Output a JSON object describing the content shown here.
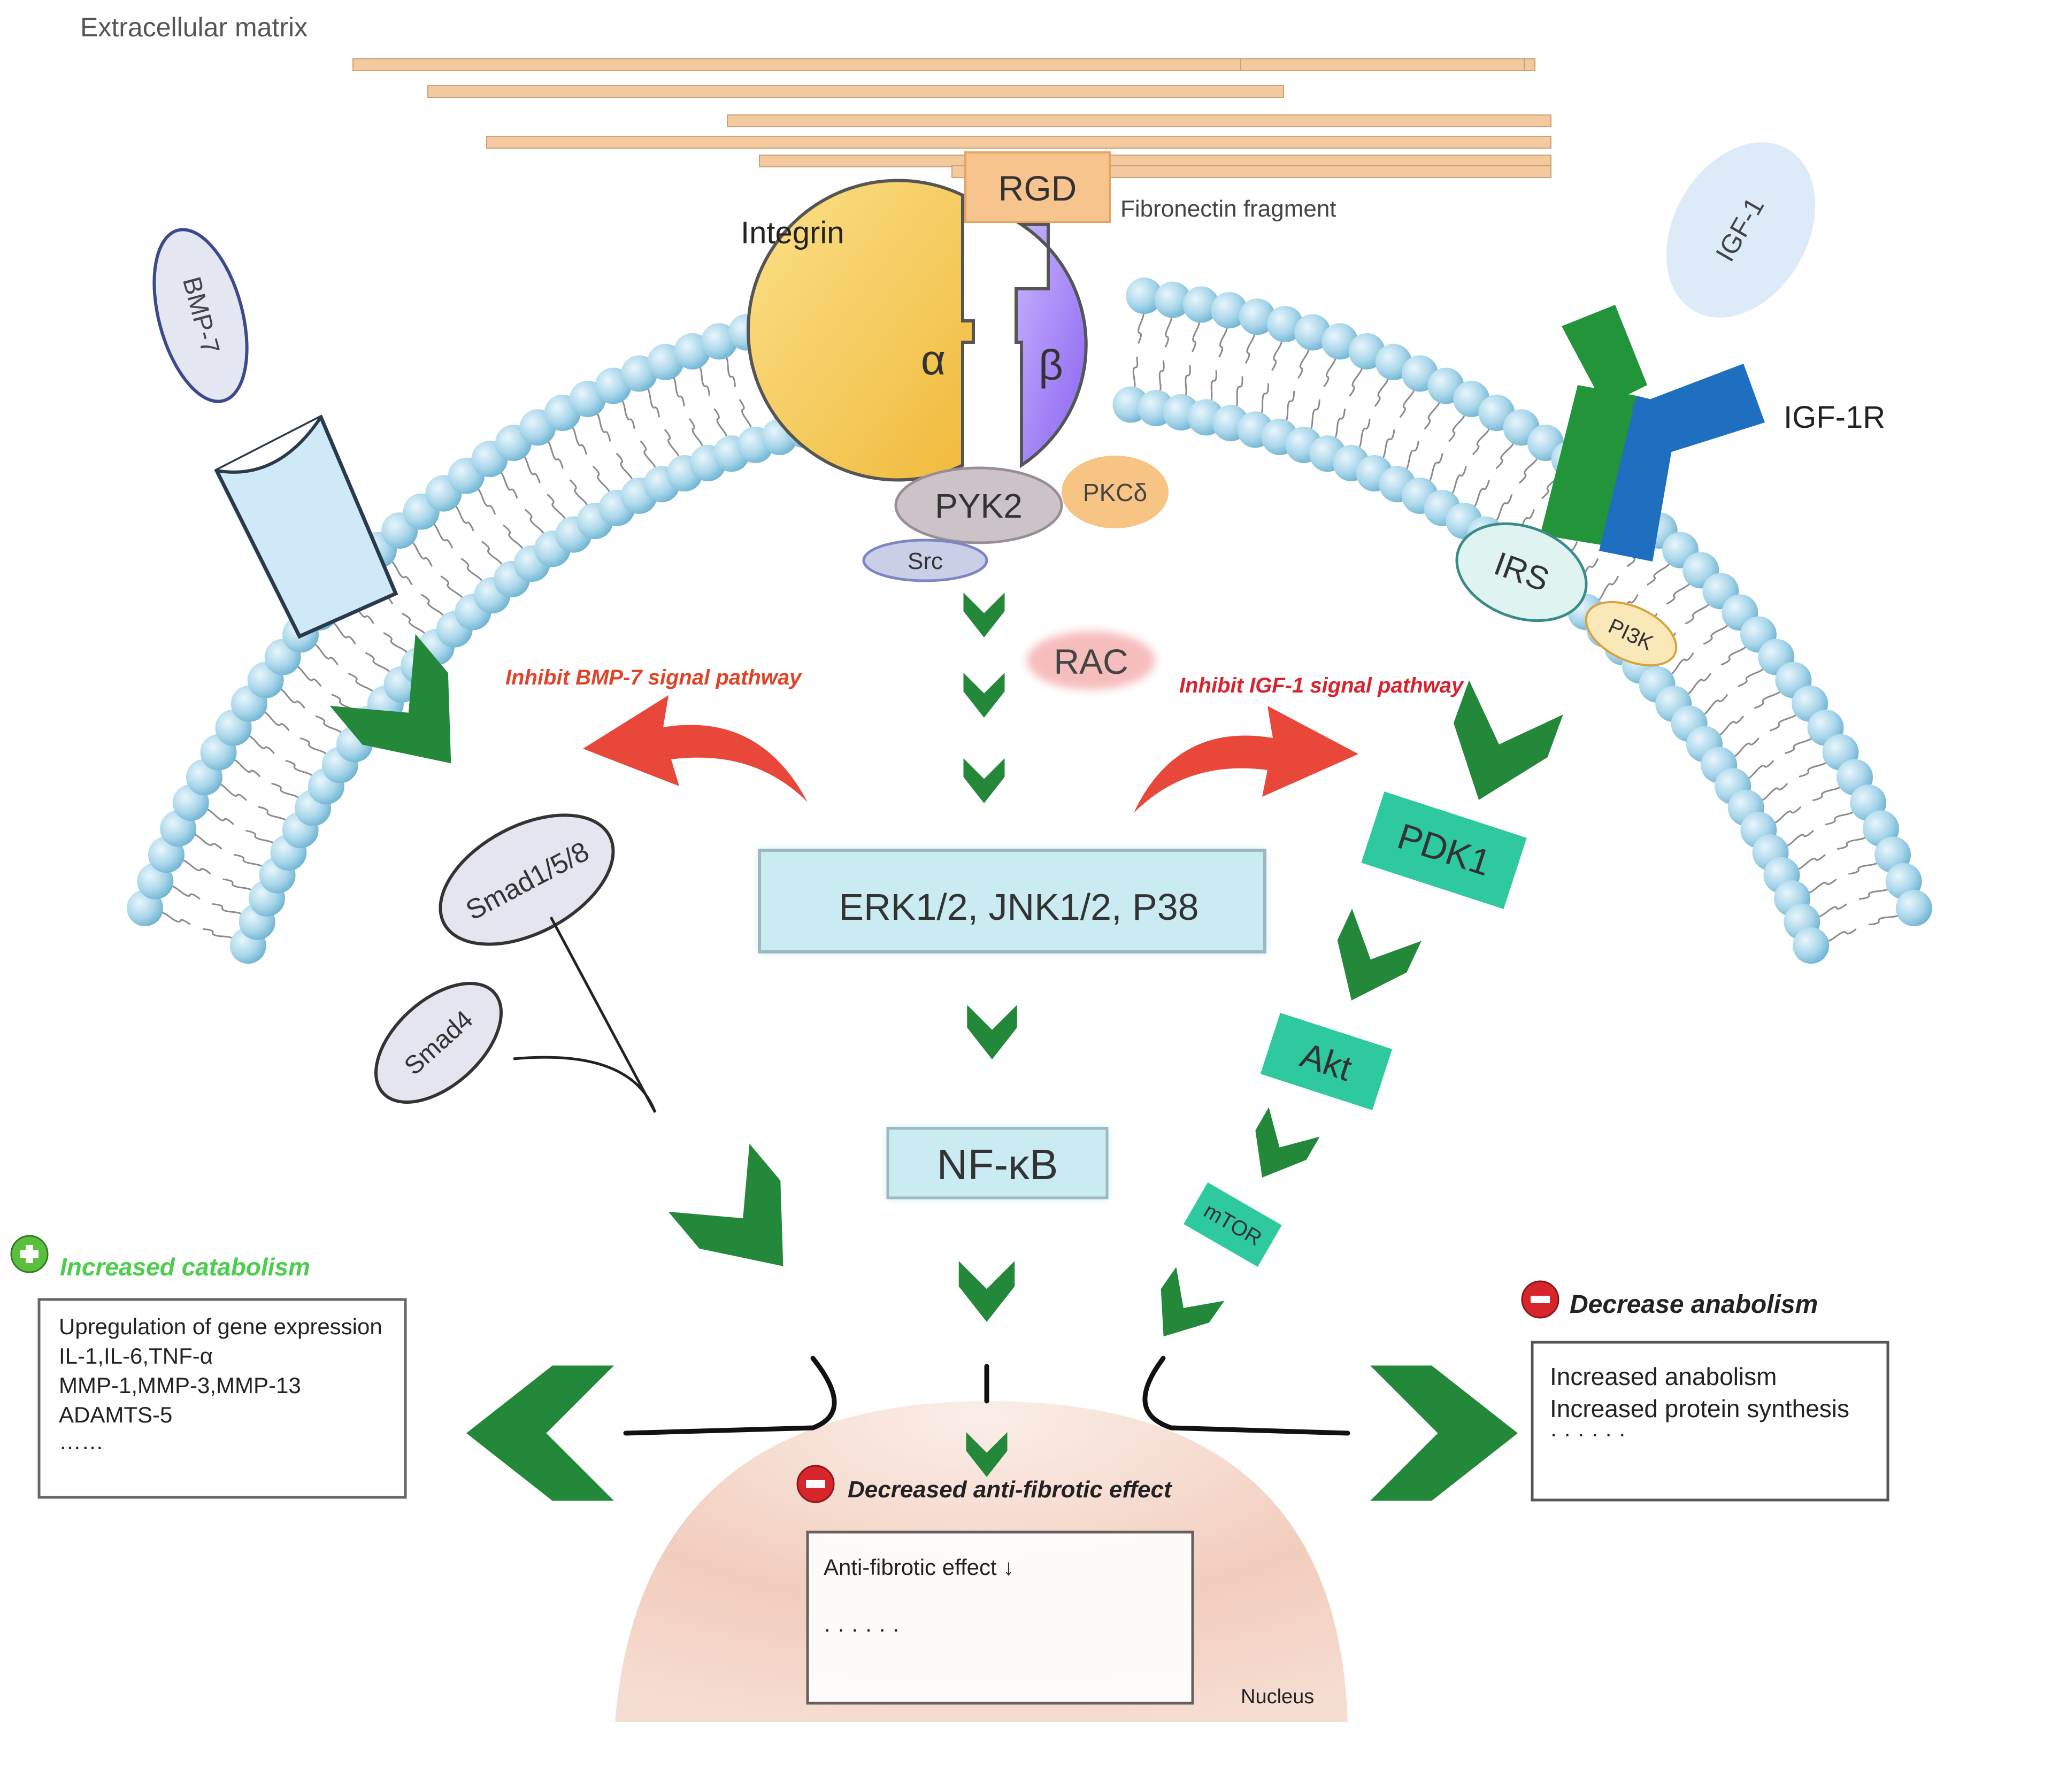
{
  "labels": {
    "ecm": "Extracellular matrix",
    "rgd": "RGD",
    "fibronectin": "Fibronectin fragment",
    "integrin": "Integrin",
    "alpha": "α",
    "beta": "β",
    "pyk2": "PYK2",
    "pkcd": "PKCδ",
    "src": "Src",
    "rac": "RAC",
    "bmp7": "BMP-7",
    "igf1": "IGF-1",
    "igf1r": "IGF-1R",
    "irs": "IRS",
    "pi3k": "PI3K",
    "smad158": "Smad1/5/8",
    "smad4": "Smad4",
    "erk": "ERK1/2,  JNK1/2,  P38",
    "nfkb": "NF-κB",
    "pdk1": "PDK1",
    "akt": "Akt",
    "mtor": "mTOR",
    "nucleus": "Nucleus"
  },
  "inhibit": {
    "bmp7": "Inhibit BMP-7 signal pathway",
    "igf1": "Inhibit IGF-1 signal pathway"
  },
  "left_box": {
    "heading": "Increased catabolism",
    "lines": [
      "Upregulation of gene expression",
      "IL-1,IL-6,TNF-α",
      "MMP-1,MMP-3,MMP-13",
      "ADAMTS-5",
      "……"
    ]
  },
  "right_box": {
    "heading": "Decrease anabolism",
    "lines": [
      "Increased anabolism",
      "Increased protein synthesis",
      "· · · · · ·"
    ]
  },
  "center_box": {
    "heading": "Decreased anti-fibrotic effect",
    "lines": [
      "Anti-fibrotic effect ↓",
      "· · · · · ·"
    ]
  },
  "colors": {
    "arrow_green": "#23883a",
    "inhibit_red": "#e8473a",
    "membrane_head": "#a9d6ea",
    "igf1r_green": "#22943a",
    "igf1r_blue": "#1f6fc0",
    "teal_box": "#2fc9a0",
    "nucleus": "#f2cdbd"
  }
}
